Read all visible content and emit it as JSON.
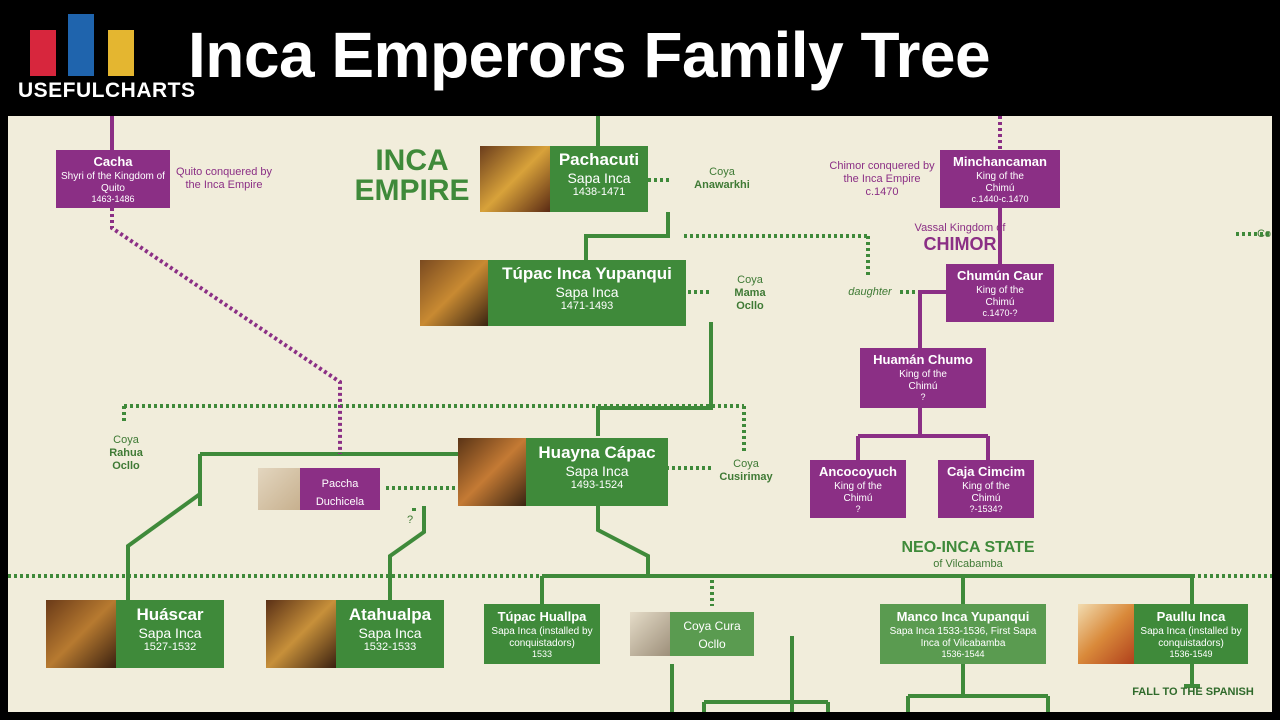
{
  "header": {
    "logo_text": "USEFULCHARTS",
    "title": "Inca Emperors Family Tree",
    "logo_colors": [
      "#d7263d",
      "#1f64ad",
      "#e4b630"
    ]
  },
  "colors": {
    "inca_green": "#3f8a3a",
    "chimu_purple": "#8b2f85",
    "background": "#f1eddb"
  },
  "regions": {
    "inca_empire": "INCA EMPIRE",
    "chimor_prefix": "Vassal Kingdom of",
    "chimor": "CHIMOR",
    "neo_inca": "NEO-INCA STATE",
    "neo_inca_sub": "of Vilcabamba",
    "fall": "FALL TO THE SPANISH"
  },
  "notes": {
    "quito": "Quito conquered by the Inca Empire",
    "chimor": "Chimor conquered by the Inca Empire c.1470",
    "daughter": "daughter",
    "unknown": "?",
    "right_edge_fragment": "Co"
  },
  "people": {
    "cacha": {
      "name": "Cacha",
      "title": "Shyri of the Kingdom of Quito",
      "dates": "1463-1486"
    },
    "pachacuti": {
      "name": "Pachacuti",
      "title": "Sapa Inca",
      "dates": "1438-1471"
    },
    "tupac_inca": {
      "name": "Túpac Inca Yupanqui",
      "title": "Sapa Inca",
      "dates": "1471-1493"
    },
    "huayna_capac": {
      "name": "Huayna Cápac",
      "title": "Sapa Inca",
      "dates": "1493-1524"
    },
    "paccha": {
      "name": "Paccha Duchicela"
    },
    "huascar": {
      "name": "Huáscar",
      "title": "Sapa Inca",
      "dates": "1527-1532"
    },
    "atahualpa": {
      "name": "Atahualpa",
      "title": "Sapa Inca",
      "dates": "1532-1533"
    },
    "tupac_huallpa": {
      "name": "Túpac Huallpa",
      "title": "Sapa Inca (installed by conquistadors)",
      "dates": "1533"
    },
    "cura_ocllo": {
      "name": "Coya Cura Ocllo"
    },
    "manco_inca": {
      "name": "Manco Inca Yupanqui",
      "title": "Sapa Inca 1533-1536, First Sapa Inca of Vilcabamba",
      "dates": "1536-1544"
    },
    "paullu_inca": {
      "name": "Paullu Inca",
      "title": "Sapa Inca (installed by conquistadors)",
      "dates": "1536-1549"
    },
    "minchancaman": {
      "name": "Minchancaman",
      "title": "King of the Chimú",
      "dates": "c.1440-c.1470"
    },
    "chumun_caur": {
      "name": "Chumún Caur",
      "title": "King of the Chimú",
      "dates": "c.1470-?"
    },
    "huaman_chumo": {
      "name": "Huamán Chumo",
      "title": "King of the Chimú",
      "dates": "?"
    },
    "ancocoyuch": {
      "name": "Ancocoyuch",
      "title": "King of the Chimú",
      "dates": "?"
    },
    "caja_cimcim": {
      "name": "Caja Cimcim",
      "title": "King of the Chimú",
      "dates": "?-1534?"
    }
  },
  "spouses": {
    "anawarkhi": {
      "title": "Coya",
      "name": "Anawarkhi"
    },
    "mama_ocllo": {
      "title": "Coya",
      "name": "Mama Ocllo"
    },
    "rahua_ocllo": {
      "title": "Coya",
      "name": "Rahua Ocllo"
    },
    "cusirimay": {
      "title": "Coya",
      "name": "Cusirimay"
    }
  }
}
